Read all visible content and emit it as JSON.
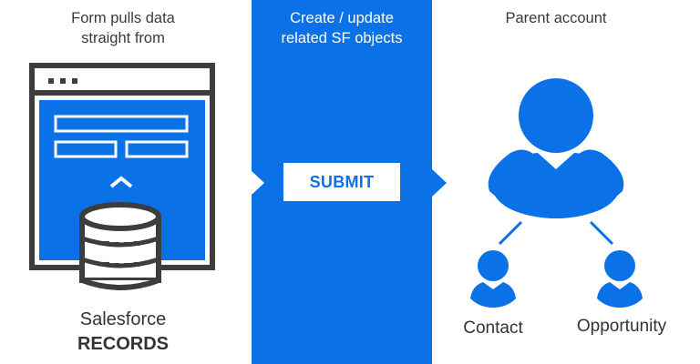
{
  "source_panel": {
    "caption_top": "Form pulls data\nstraight from",
    "caption_line1": "Salesforce",
    "caption_line2": "RECORDS"
  },
  "middle_panel": {
    "caption_top": "Create / update\nrelated SF objects",
    "submit_label": "SUBMIT"
  },
  "target_panel": {
    "caption_top": "Parent account",
    "child_left": "Contact",
    "child_right": "Opportunity"
  },
  "colors": {
    "brand_blue": "#0b71e6",
    "dark_gray": "#3d3d3d",
    "white": "#ffffff"
  }
}
